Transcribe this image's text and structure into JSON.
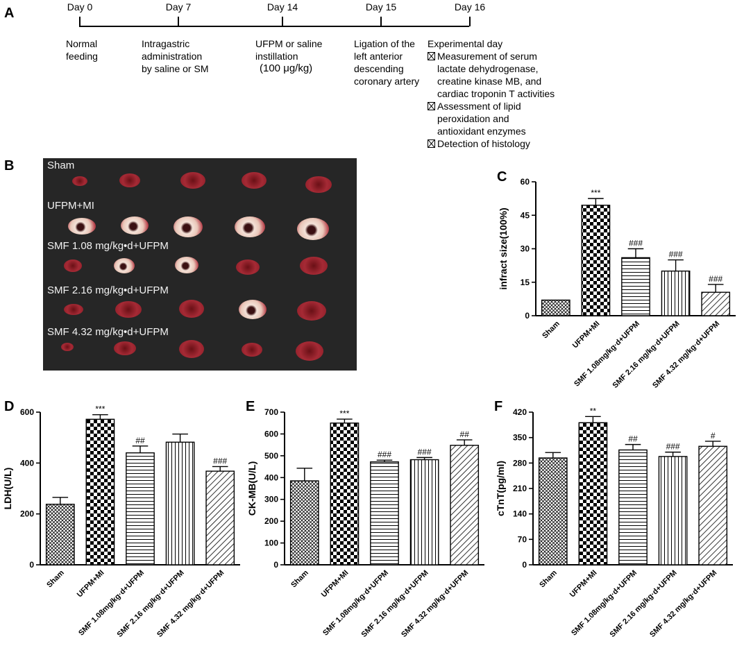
{
  "panels": {
    "a": "A",
    "b": "B",
    "c": "C",
    "d": "D",
    "e": "E",
    "f": "F"
  },
  "timeline": {
    "days": [
      "Day 0",
      "Day 7",
      "Day 14",
      "Day 15",
      "Day 16"
    ],
    "step0": "Normal\nfeeding",
    "step1": "Intragastric\nadministration\nby saline or SM",
    "step2": "UFPM or saline\ninstillation",
    "step2_dose": "(100 μg/kg)",
    "step3": "Ligation of the\nleft anterior\ndescending\ncoronary artery",
    "step4_title": "Experimental day",
    "step4_items": [
      "Measurement of serum\nlactate dehydrogenase,\ncreatine kinase MB, and\ncardiac troponin T activities",
      "Assessment of lipid\nperoxidation and\nantioxidant enzymes",
      "Detection of histology"
    ]
  },
  "photo_labels": [
    "Sham",
    "UFPM+MI",
    "SMF 1.08 mg/kg•d+UFPM",
    "SMF 2.16 mg/kg•d+UFPM",
    "SMF 4.32 mg/kg•d+UFPM"
  ],
  "chart_data": [
    {
      "panel": "C",
      "type": "bar",
      "categories": [
        "Sham",
        "UFPM+MI",
        "SMF 1.08mg/kg·d+UFPM",
        "SMF 2.16 mg/kg·d+UFPM",
        "SMF 4.32 mg/kg·d+UFPM"
      ],
      "values": [
        7,
        49.5,
        26,
        20,
        10.5
      ],
      "errors": [
        0,
        3,
        4,
        5,
        3.5
      ],
      "annotations": [
        "",
        "***",
        "###",
        "###",
        "###"
      ],
      "ylabel": "infract size(100%)",
      "ylim": [
        0,
        60
      ],
      "yticks": [
        0,
        15,
        30,
        45,
        60
      ]
    },
    {
      "panel": "D",
      "type": "bar",
      "categories": [
        "Sham",
        "UFPM+MI",
        "SMF 1.08mg/kg·d+UFPM",
        "SMF 2.16 mg/kg·d+UFPM",
        "SMF 4.32 mg/kg·d+UFPM"
      ],
      "values": [
        238,
        572,
        440,
        482,
        368
      ],
      "errors": [
        27,
        18,
        27,
        32,
        18
      ],
      "annotations": [
        "",
        "***",
        "##",
        "",
        "###"
      ],
      "ylabel": "LDH(U/L)",
      "ylim": [
        0,
        600
      ],
      "yticks": [
        0,
        200,
        400,
        600
      ]
    },
    {
      "panel": "E",
      "type": "bar",
      "categories": [
        "Sham",
        "UFPM+MI",
        "SMF 1.08mg/kg·d+UFPM",
        "SMF 2.16 mg/kg·d+UFPM",
        "SMF 4.32 mg/kg·d+UFPM"
      ],
      "values": [
        385,
        650,
        472,
        482,
        548
      ],
      "errors": [
        58,
        18,
        8,
        10,
        25
      ],
      "annotations": [
        "",
        "***",
        "###",
        "###",
        "##"
      ],
      "ylabel": "CK-MB(U/L)",
      "ylim": [
        0,
        700
      ],
      "yticks": [
        0,
        100,
        200,
        300,
        400,
        500,
        600,
        700
      ]
    },
    {
      "panel": "F",
      "type": "bar",
      "categories": [
        "Sham",
        "UFPM+MI",
        "SMF 1.08mg/kg·d+UFPM",
        "SMF 2.16 mg/kg·d+UFPM",
        "SMF 4.32 mg/kg·d+UFPM"
      ],
      "values": [
        294,
        391,
        316,
        298,
        326
      ],
      "errors": [
        15,
        17,
        15,
        12,
        14
      ],
      "annotations": [
        "",
        "**",
        "##",
        "###",
        "#"
      ],
      "ylabel": "cTnT(pg/ml)",
      "ylim": [
        0,
        420
      ],
      "yticks": [
        0,
        70,
        140,
        210,
        280,
        350,
        420
      ]
    }
  ]
}
